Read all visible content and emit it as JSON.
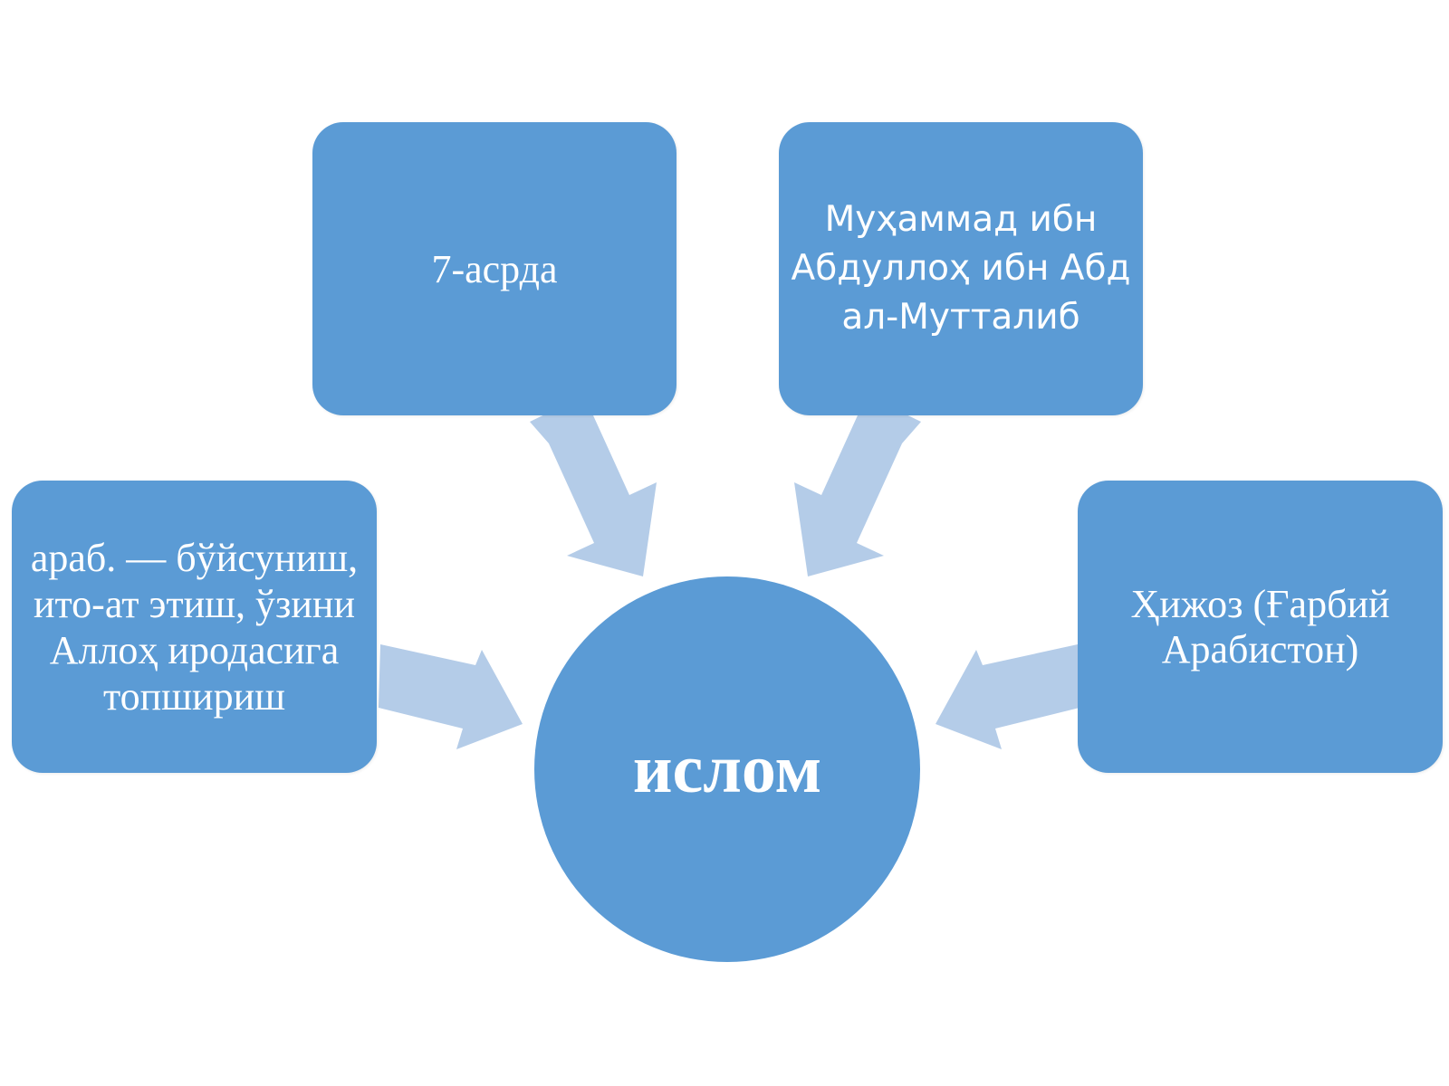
{
  "diagram": {
    "center": {
      "label": "ислом"
    },
    "nodes": {
      "top_left": {
        "label": "7-асрда"
      },
      "top_right": {
        "label": "Муҳаммад ибн Абдуллоҳ ибн Абд ал-Мутталиб"
      },
      "left": {
        "label": "араб. — бўйсуниш, ито-ат этиш, ўзини Аллоҳ иродасига топшириш"
      },
      "right": {
        "label": "Ҳижоз (Ғарбий Арабистон)"
      }
    },
    "colors": {
      "node_fill": "#5b9bd5",
      "arrow_fill": "#b4cce8",
      "text": "#ffffff"
    }
  }
}
